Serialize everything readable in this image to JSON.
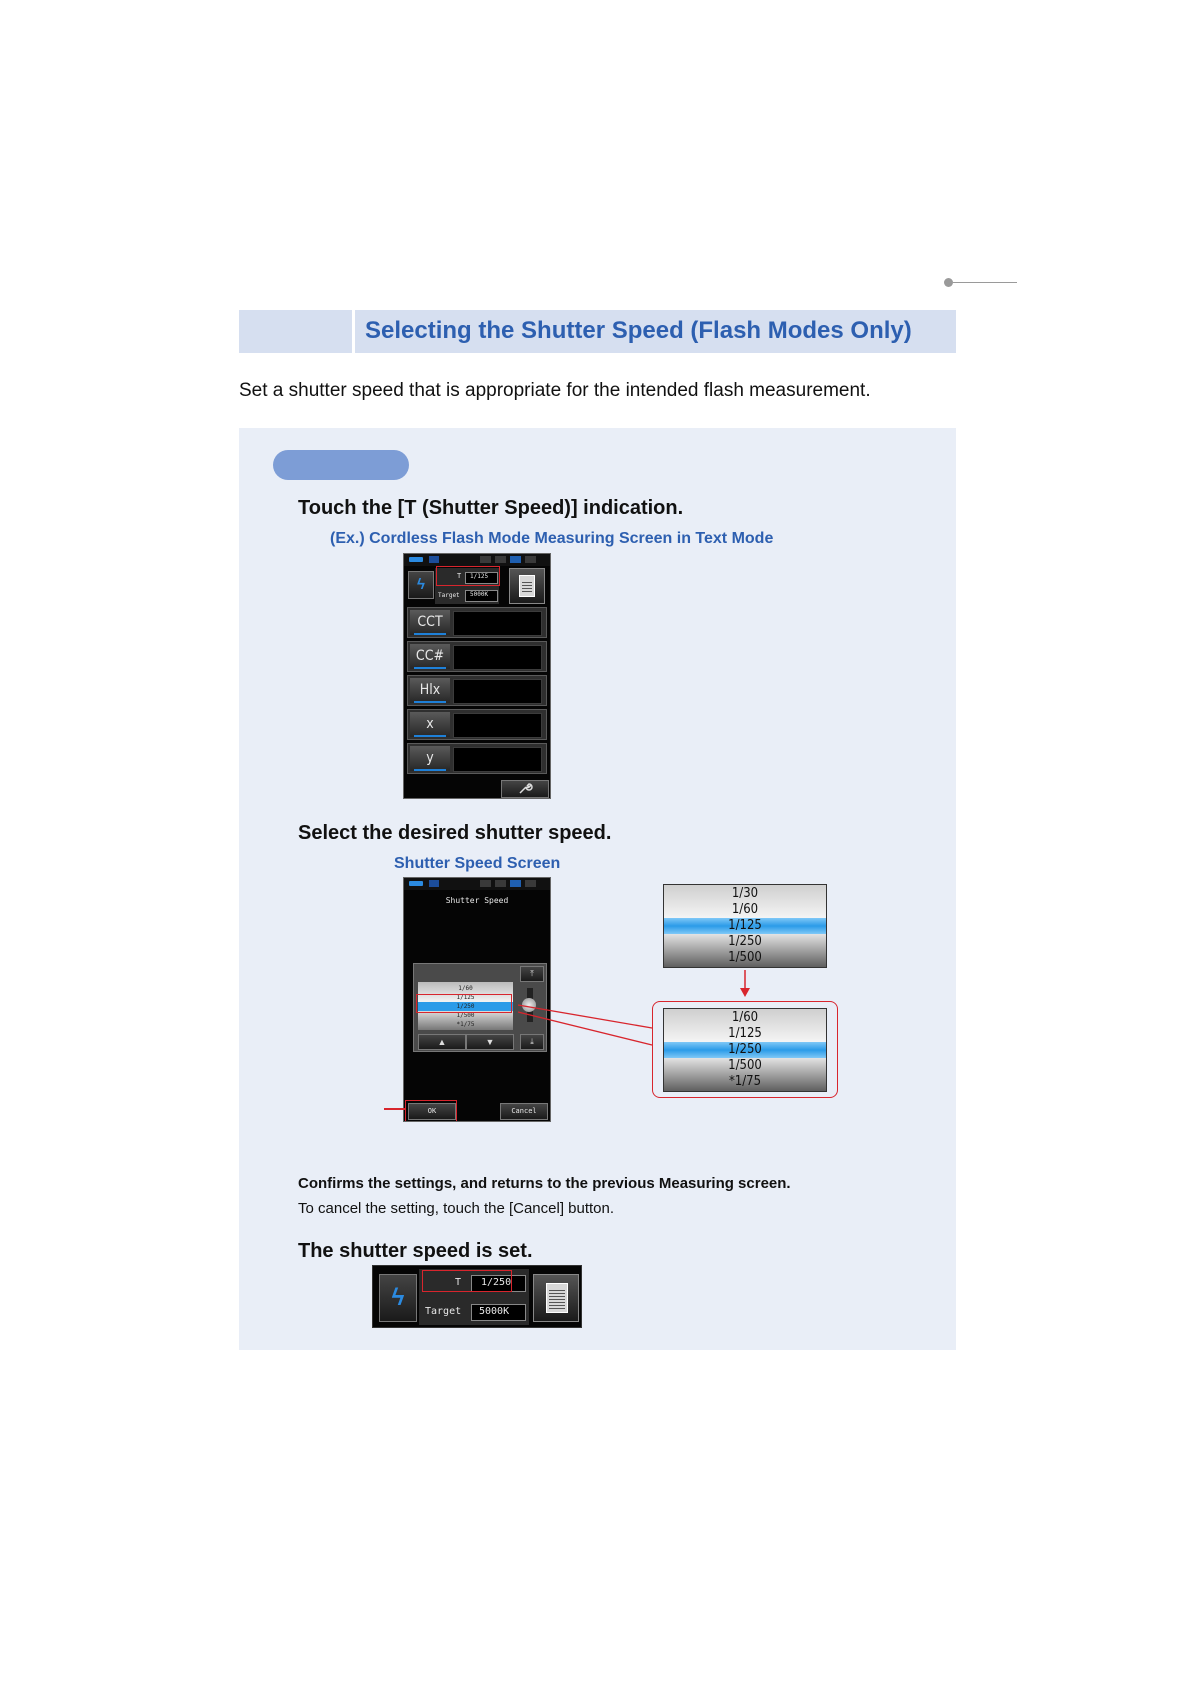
{
  "section_title": "Selecting the Shutter Speed (Flash Modes Only)",
  "intro": "Set a shutter speed that is appropriate for the intended flash measurement.",
  "step1": {
    "heading": "Touch the [T (Shutter Speed)] indication.",
    "caption": "(Ex.) Cordless Flash Mode Measuring Screen in Text Mode",
    "screen": {
      "t_label": "T",
      "shutter": "1/125",
      "target_label": "Target",
      "target_value": "5000K",
      "rows": [
        "CCT",
        "CC#",
        "Hlx",
        "x",
        "y"
      ],
      "settings_icon": "wrench-icon"
    }
  },
  "step2": {
    "heading": "Select the desired shutter speed.",
    "caption": "Shutter Speed Screen",
    "screen": {
      "title": "Shutter Speed",
      "list": [
        "1/60",
        "1/125",
        "1/250",
        "1/500",
        "*1/75"
      ],
      "selected": "1/250",
      "ok": "OK",
      "cancel": "Cancel"
    },
    "zoom_before": [
      "1/30",
      "1/60",
      "1/125",
      "1/250",
      "1/500"
    ],
    "zoom_before_selected": "1/125",
    "zoom_after": [
      "1/60",
      "1/125",
      "1/250",
      "1/500",
      "*1/75"
    ],
    "zoom_after_selected": "1/250"
  },
  "confirm": {
    "bold": "Confirms the settings, and returns to the previous Measuring screen.",
    "note": "To cancel the setting, touch the [Cancel] button."
  },
  "step3": {
    "heading": "The shutter speed is set.",
    "t_label": "T",
    "shutter": "1/250",
    "target_label": "Target",
    "target_value": "5000K"
  },
  "colors": {
    "accent_blue": "#2d5fb0",
    "highlight_red": "#d8252d",
    "panel_bg": "#e9eef7"
  }
}
